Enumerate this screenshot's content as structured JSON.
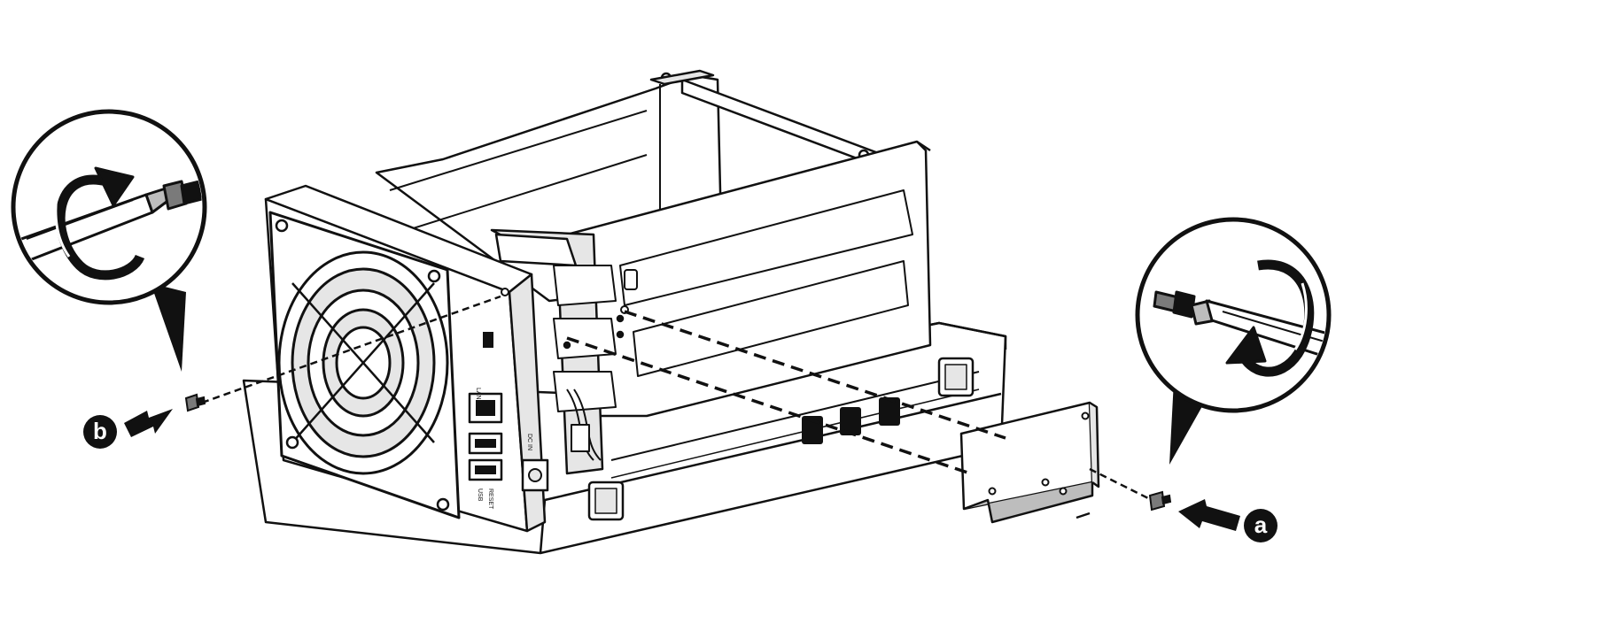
{
  "diagram": {
    "colors": {
      "ink": "#111111",
      "chassis": "#ffffff",
      "shade": "#e6e6e6",
      "metal": "#bdbdbd",
      "dark_metal": "#7a7a7a"
    },
    "callouts": {
      "a": {
        "label": "a"
      },
      "b": {
        "label": "b"
      }
    },
    "ports": {
      "lan": "LAN",
      "usb": "USB",
      "reset": "RESET",
      "dc_in": "DC IN"
    }
  }
}
